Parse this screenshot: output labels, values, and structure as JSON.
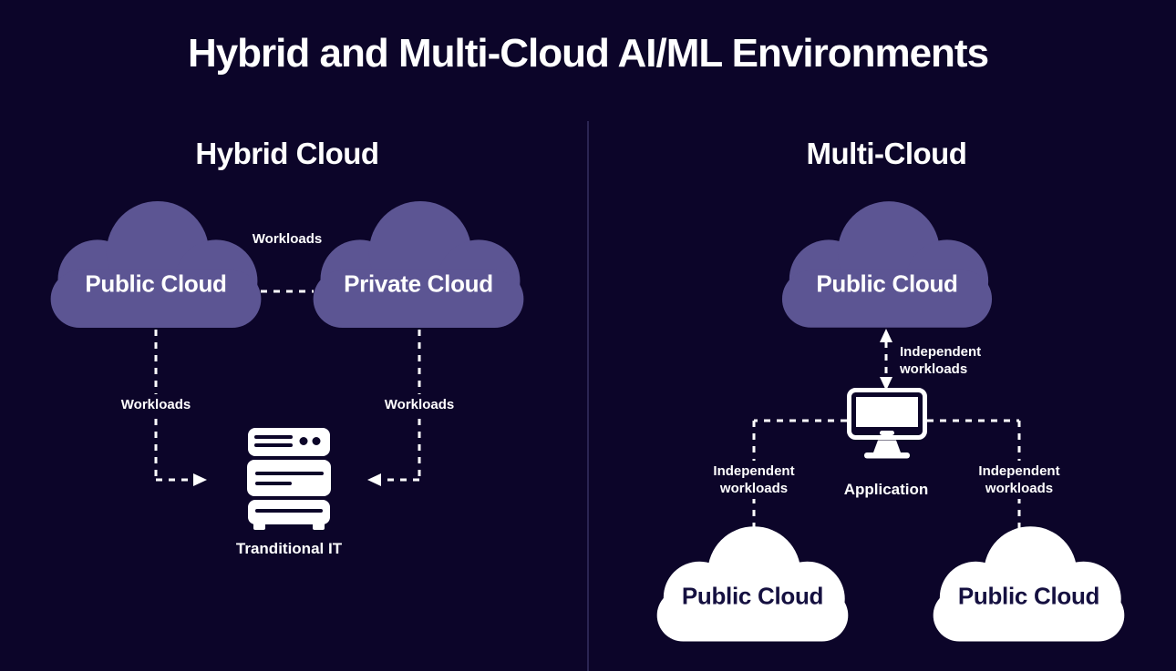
{
  "title": "Hybrid and Multi-Cloud AI/ML Environments",
  "colors": {
    "background": "#0c0529",
    "cloud_purple": "#5c5593",
    "cloud_white": "#ffffff",
    "text_light": "#ffffff",
    "text_dark": "#151040",
    "divider": "#353060",
    "connector": "#ffffff"
  },
  "hybrid_section": {
    "heading": "Hybrid Cloud",
    "public_cloud_label": "Public Cloud",
    "private_cloud_label": "Private Cloud",
    "cloud_link_label": "Workloads",
    "public_flow_label": "Workloads",
    "private_flow_label": "Workloads",
    "server_caption": "Tranditional IT"
  },
  "multi_section": {
    "heading": "Multi-Cloud",
    "top_cloud_label": "Public Cloud",
    "arrow_label": [
      "Independent",
      "workloads"
    ],
    "left_flow_label": [
      "Independent",
      "workloads"
    ],
    "right_flow_label": [
      "Independent",
      "workloads"
    ],
    "app_caption": "Application",
    "bottom_left_cloud_label": "Public Cloud",
    "bottom_right_cloud_label": "Public Cloud"
  }
}
